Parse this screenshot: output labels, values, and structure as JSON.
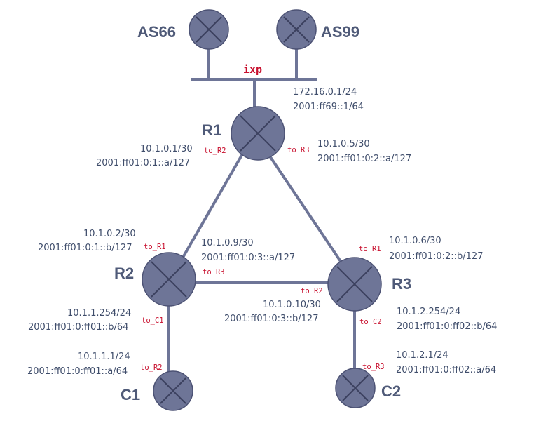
{
  "colors": {
    "node": "#6e7597",
    "link": "#6e7597",
    "address_text": "#3f4d6b",
    "interface_text": "#c8102e",
    "node_label": "#4f5a78"
  },
  "segment": {
    "label": "ixp"
  },
  "nodes": {
    "AS66": {
      "label": "AS66",
      "icon": "router-icon"
    },
    "AS99": {
      "label": "AS99",
      "icon": "router-icon"
    },
    "R1": {
      "label": "R1",
      "icon": "router-icon"
    },
    "R2": {
      "label": "R2",
      "icon": "router-icon"
    },
    "R3": {
      "label": "R3",
      "icon": "router-icon"
    },
    "C1": {
      "label": "C1",
      "icon": "router-icon"
    },
    "C2": {
      "label": "C2",
      "icon": "router-icon"
    }
  },
  "interfaces": {
    "r1_ixp": {
      "v4": "172.16.0.1/24",
      "v6": "2001:ff69::1/64"
    },
    "r1_r2": {
      "name": "to_R2",
      "v4": "10.1.0.1/30",
      "v6": "2001:ff01:0:1::a/127"
    },
    "r1_r3": {
      "name": "to_R3",
      "v4": "10.1.0.5/30",
      "v6": "2001:ff01:0:2::a/127"
    },
    "r2_r1": {
      "name": "to_R1",
      "v4": "10.1.0.2/30",
      "v6": "2001:ff01:0:1::b/127"
    },
    "r2_r3": {
      "name": "to_R3",
      "v4": "10.1.0.9/30",
      "v6": "2001:ff01:0:3::a/127"
    },
    "r2_c1": {
      "name": "to_C1",
      "v4": "10.1.1.254/24",
      "v6": "2001:ff01:0:ff01::b/64"
    },
    "r3_r1": {
      "name": "to_R1",
      "v4": "10.1.0.6/30",
      "v6": "2001:ff01:0:2::b/127"
    },
    "r3_r2": {
      "name": "to_R2",
      "v4": "10.1.0.10/30",
      "v6": "2001:ff01:0:3::b/127"
    },
    "r3_c2": {
      "name": "to_C2",
      "v4": "10.1.2.254/24",
      "v6": "2001:ff01:0:ff02::b/64"
    },
    "c1_r2": {
      "name": "to_R2",
      "v4": "10.1.1.1/24",
      "v6": "2001:ff01:0:ff01::a/64"
    },
    "c2_r3": {
      "name": "to_R3",
      "v4": "10.1.2.1/24",
      "v6": "2001:ff01:0:ff02::a/64"
    }
  }
}
